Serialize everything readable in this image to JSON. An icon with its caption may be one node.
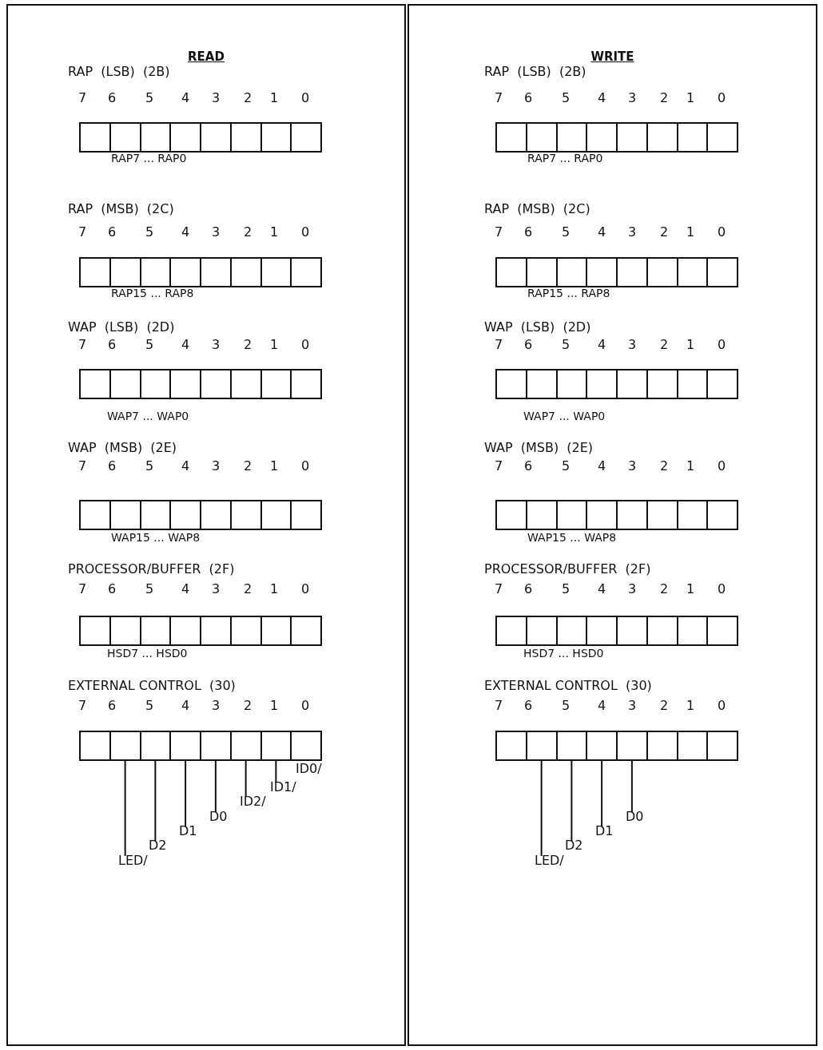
{
  "diagram": {
    "nodes": [
      {
        "text": [
          "READ"
        ]
      },
      {
        "text": [
          "RAP (LSB) (2B)"
        ],
        "beside": [
          "RAP7 ... RAP0"
        ],
        "in": 0
      },
      {
        "text": [
          "RAP (MSB) (2C)"
        ],
        "beside": [
          "RAP15 ... RAP8"
        ],
        "in": 0
      },
      {
        "text": [
          "WAP (LSB) (2D)"
        ],
        "beside": [
          "WAP7 ... WAP0"
        ],
        "in": 0
      },
      {
        "text": [
          "WAP (MSB) (2E)"
        ],
        "beside": [
          "WAP15 ... WAP8"
        ],
        "in": 0
      },
      {
        "text": [
          "PROCESSOR/BUFFER (2F)"
        ],
        "beside": [
          "HSD7 ... HSD0"
        ],
        "in": 0
      },
      {
        "text": [
          "EXTERNAL CONTROL (30)"
        ],
        "in": 0
      },
      {
        "text": [],
        "shape": "box",
        "in": 6
      },
      {
        "text": [],
        "shape": "box",
        "in": 6
      },
      {
        "text": [],
        "shape": "box",
        "in": 6
      },
      {
        "text": [],
        "shape": "box",
        "in": 6
      },
      {
        "text": [],
        "shape": "box",
        "in": 6
      },
      {
        "text": [],
        "shape": "box",
        "in": 6
      },
      {
        "text": [],
        "shape": "box",
        "in": 6
      },
      {
        "text": [],
        "shape": "box",
        "in": 6
      },
      {
        "text": [
          "LED/"
        ],
        "in": 0
      },
      {
        "text": [
          "D2"
        ],
        "in": 0
      },
      {
        "text": [
          "D1"
        ],
        "in": 0
      },
      {
        "text": [
          "D0"
        ],
        "in": 0
      },
      {
        "text": [
          "ID2/"
        ],
        "in": 0
      },
      {
        "text": [
          "ID1/"
        ],
        "in": 0
      },
      {
        "text": [
          "WRITE"
        ]
      },
      {
        "text": [
          "RAP (LSB) (2B)"
        ],
        "beside": [
          "RAP7 ... RAP0"
        ],
        "in": 21
      },
      {
        "text": [
          "RAP (MSB) (2C)"
        ],
        "beside": [
          "RAP15 ... RAP8"
        ],
        "in": 21
      },
      {
        "text": [
          "WAP (LSB) (2D)"
        ],
        "beside": [
          "WAP7 ... WAP0"
        ],
        "in": 21
      },
      {
        "text": [
          "WAP (MSB) (2E)"
        ],
        "beside": [
          "WAP15 ... WAP8"
        ],
        "in": 21
      },
      {
        "text": [
          "PROCESSOR/BUFFER (2F)"
        ],
        "beside": [
          "HSD7 ... HSD0"
        ],
        "in": 21
      },
      {
        "text": [
          "EXTERNAL CONTROL (30)"
        ],
        "in": 21
      },
      {
        "text": [],
        "shape": "box",
        "in": 27
      },
      {
        "text": [],
        "shape": "box",
        "in": 27
      },
      {
        "text": [],
        "shape": "box",
        "in": 27
      },
      {
        "text": [],
        "shape": "box",
        "in": 27
      },
      {
        "text": [],
        "shape": "box",
        "in": 27
      },
      {
        "text": [],
        "shape": "box",
        "in": 27
      },
      {
        "text": [],
        "shape": "box",
        "in": 27
      },
      {
        "text": [],
        "shape": "box",
        "in": 27
      },
      {
        "text": [
          "LED/"
        ],
        "in": 21
      },
      {
        "text": [
          "D2"
        ],
        "in": 21
      },
      {
        "text": [
          "D1"
        ],
        "in": 21
      },
      {
        "text": [
          "D0"
        ],
        "in": 21
      }
    ],
    "edges": [
      {
        "from": 15,
        "to": 8,
        "arrow": "none"
      },
      {
        "from": 16,
        "to": 9,
        "arrow": "none"
      },
      {
        "from": 17,
        "to": 10,
        "arrow": "none"
      },
      {
        "from": 18,
        "to": 11,
        "arrow": "none"
      },
      {
        "from": 19,
        "to": 12,
        "arrow": "none"
      },
      {
        "from": 20,
        "to": 13,
        "arrow": "none"
      },
      {
        "from": 36,
        "to": 29,
        "arrow": "none"
      },
      {
        "from": 37,
        "to": 30,
        "arrow": "none"
      },
      {
        "from": 38,
        "to": 31,
        "arrow": "none"
      },
      {
        "from": 39,
        "to": 32,
        "arrow": "none"
      }
    ],
    "labels": [
      "7",
      "6",
      "5",
      "4",
      "3",
      "2",
      "1",
      "0",
      "7",
      "6",
      "5",
      "4",
      "3",
      "2",
      "1",
      "0",
      "7",
      "6",
      "5",
      "4",
      "3",
      "2",
      "1",
      "0",
      "7",
      "6",
      "5",
      "4",
      "3",
      "2",
      "1",
      "0",
      "7",
      "6",
      "5",
      "4",
      "3",
      "2",
      "1",
      "0",
      "7",
      "6",
      "5",
      "4",
      "3",
      "2",
      "1",
      "0",
      "ID0/",
      "7",
      "6",
      "5",
      "4",
      "3",
      "2",
      "1",
      "0",
      "7",
      "6",
      "5",
      "4",
      "3",
      "2",
      "1",
      "0",
      "7",
      "6",
      "5",
      "4",
      "3",
      "2",
      "1",
      "0",
      "7",
      "6",
      "5",
      "4",
      "3",
      "2",
      "1",
      "0",
      "7",
      "6",
      "5",
      "4",
      "3",
      "2",
      "1",
      "0",
      "7",
      "6",
      "5",
      "4",
      "3",
      "2",
      "1",
      "0"
    ]
  }
}
